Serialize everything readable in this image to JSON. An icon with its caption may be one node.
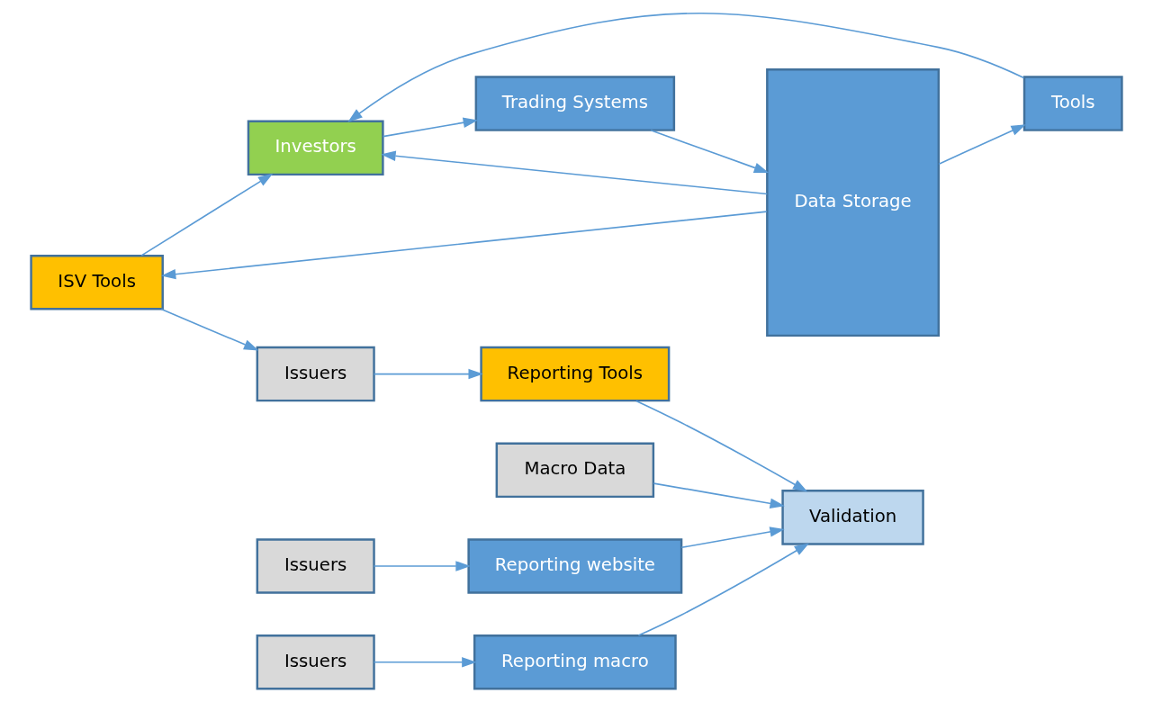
{
  "diagram": {
    "nodes": [
      {
        "text": [
          "ISV Tools"
        ]
      },
      {
        "text": [
          "Data Storage"
        ]
      },
      {
        "text": [
          "Tools"
        ]
      },
      {
        "text": [
          "Investors"
        ]
      },
      {
        "text": [
          "Trading Systems"
        ]
      },
      {
        "text": [
          "Issuers"
        ]
      },
      {
        "text": [
          "Reporting Tools"
        ]
      },
      {
        "text": [
          "Validation"
        ]
      },
      {
        "text": [
          "Issuers"
        ]
      },
      {
        "text": [
          "Reporting website"
        ]
      },
      {
        "text": [
          "Issuers"
        ]
      },
      {
        "text": [
          "Reporting macro"
        ]
      },
      {
        "text": [
          "Macro Data"
        ]
      }
    ],
    "edges": [
      {
        "from": 1,
        "to": 0,
        "arrow": "to"
      },
      {
        "from": 0,
        "to": 5,
        "arrow": "to"
      },
      {
        "from": 0,
        "to": 3,
        "arrow": "to"
      },
      {
        "from": 1,
        "to": 3,
        "arrow": "to"
      },
      {
        "from": 1,
        "to": 2,
        "arrow": "to"
      },
      {
        "from": 2,
        "to": 3,
        "arrow": "to"
      },
      {
        "from": 3,
        "to": 4,
        "arrow": "to"
      },
      {
        "from": 4,
        "to": 1,
        "arrow": "to"
      },
      {
        "from": 5,
        "to": 6,
        "arrow": "to"
      },
      {
        "from": 6,
        "to": 7,
        "arrow": "to"
      },
      {
        "from": 8,
        "to": 9,
        "arrow": "to"
      },
      {
        "from": 9,
        "to": 7,
        "arrow": "to"
      },
      {
        "from": 10,
        "to": 11,
        "arrow": "to"
      },
      {
        "from": 11,
        "to": 7,
        "arrow": "to"
      },
      {
        "from": 12,
        "to": 7,
        "arrow": "to"
      }
    ]
  }
}
